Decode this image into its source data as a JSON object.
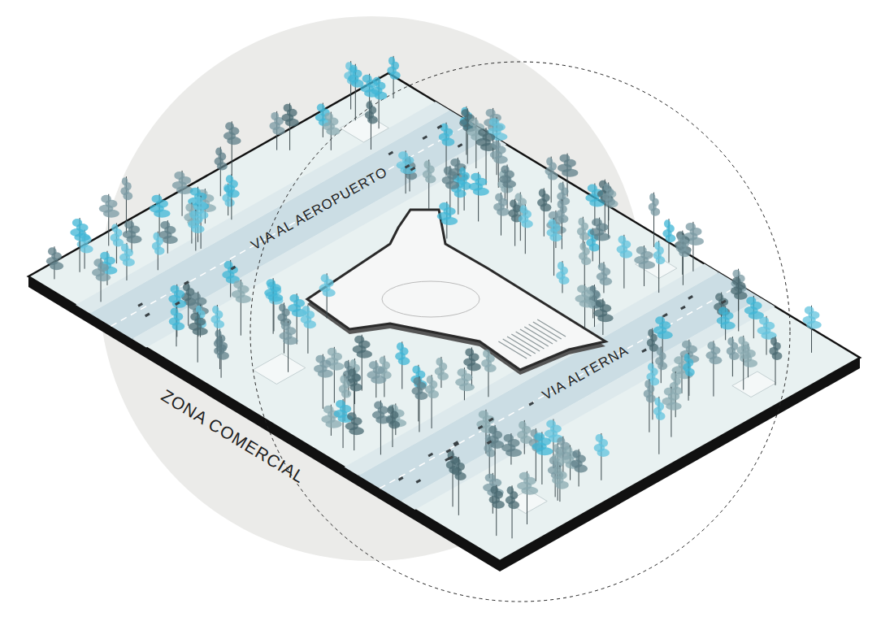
{
  "diagram": {
    "labels": [
      "VIA AL AEROPUERTO",
      "VIA ALTERNA",
      "ZONA COMERCIAL"
    ]
  }
}
